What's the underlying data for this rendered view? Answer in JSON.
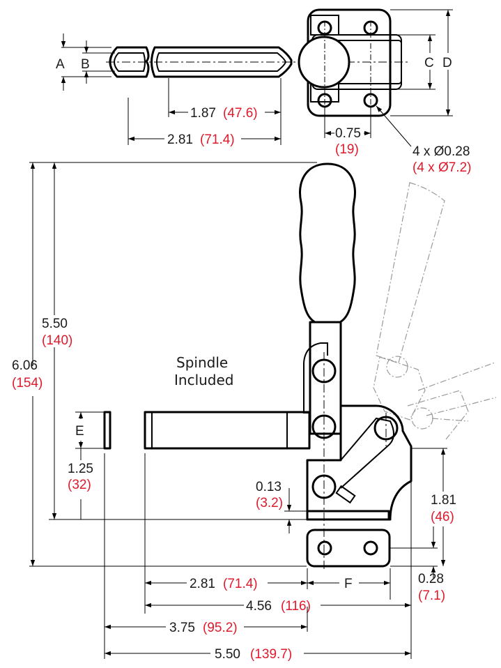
{
  "labels": {
    "letters": {
      "A": "A",
      "B": "B",
      "C": "C",
      "D": "D",
      "E": "E",
      "F": "F"
    },
    "note": {
      "line1": "Spindle",
      "line2": "Included"
    }
  },
  "dimensions": {
    "top_1_87": {
      "inch": "1.87",
      "mm": "(47.6)"
    },
    "top_2_81": {
      "inch": "2.81",
      "mm": "(71.4)"
    },
    "top_0_75": {
      "inch": "0.75",
      "mm": "(19)"
    },
    "holes": {
      "inch": "4 x Ø0.28",
      "mm": "(4 x Ø7.2)"
    },
    "h_5_50": {
      "inch": "5.50",
      "mm": "(140)"
    },
    "h_6_06": {
      "inch": "6.06",
      "mm": "(154)"
    },
    "h_1_25": {
      "inch": "1.25",
      "mm": "(32)"
    },
    "h_0_13": {
      "inch": "0.13",
      "mm": "(3.2)"
    },
    "h_1_81": {
      "inch": "1.81",
      "mm": "(46)"
    },
    "h_0_28": {
      "inch": "0.28",
      "mm": "(7.1)"
    },
    "bot_2_81": {
      "inch": "2.81",
      "mm": "(71.4)"
    },
    "bot_4_56": {
      "inch": "4.56",
      "mm": "(116)"
    },
    "bot_3_75": {
      "inch": "3.75",
      "mm": "(95.2)"
    },
    "bot_5_50": {
      "inch": "5.50",
      "mm": "(139.7)"
    }
  },
  "colors": {
    "line": "#000000",
    "text": "#1a1a1a",
    "metric": "#e0192b",
    "phantom": "#9a9a9a"
  }
}
